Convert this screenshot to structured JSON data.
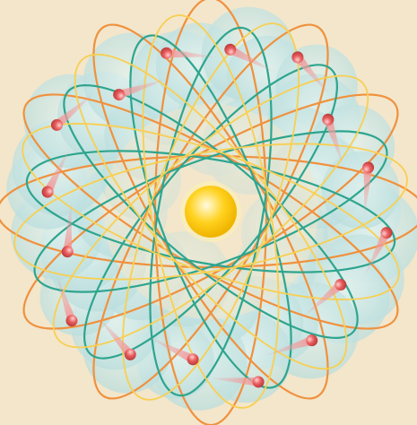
{
  "background_color": "#f3e6cb",
  "nucleus": {
    "color": "#ffd21f",
    "highlight": "#fffbe0"
  },
  "cloud_color": "#bfe0e0",
  "orbit_colors": {
    "orange": "#f0913d",
    "teal": "#2ea58e",
    "yellow": "#f8cf52"
  },
  "electron": {
    "color": "#e85c5c",
    "trail_color": "#f19a9a"
  },
  "orbits": [
    {
      "color": "orange"
    },
    {
      "color": "orange"
    },
    {
      "color": "orange"
    },
    {
      "color": "orange"
    },
    {
      "color": "orange"
    },
    {
      "color": "orange"
    },
    {
      "color": "teal"
    },
    {
      "color": "teal"
    },
    {
      "color": "teal"
    },
    {
      "color": "teal"
    },
    {
      "color": "teal"
    },
    {
      "color": "teal"
    },
    {
      "color": "yellow"
    },
    {
      "color": "yellow"
    },
    {
      "color": "yellow"
    },
    {
      "color": "yellow"
    },
    {
      "color": "yellow"
    },
    {
      "color": "yellow"
    }
  ],
  "electron_count": 16
}
